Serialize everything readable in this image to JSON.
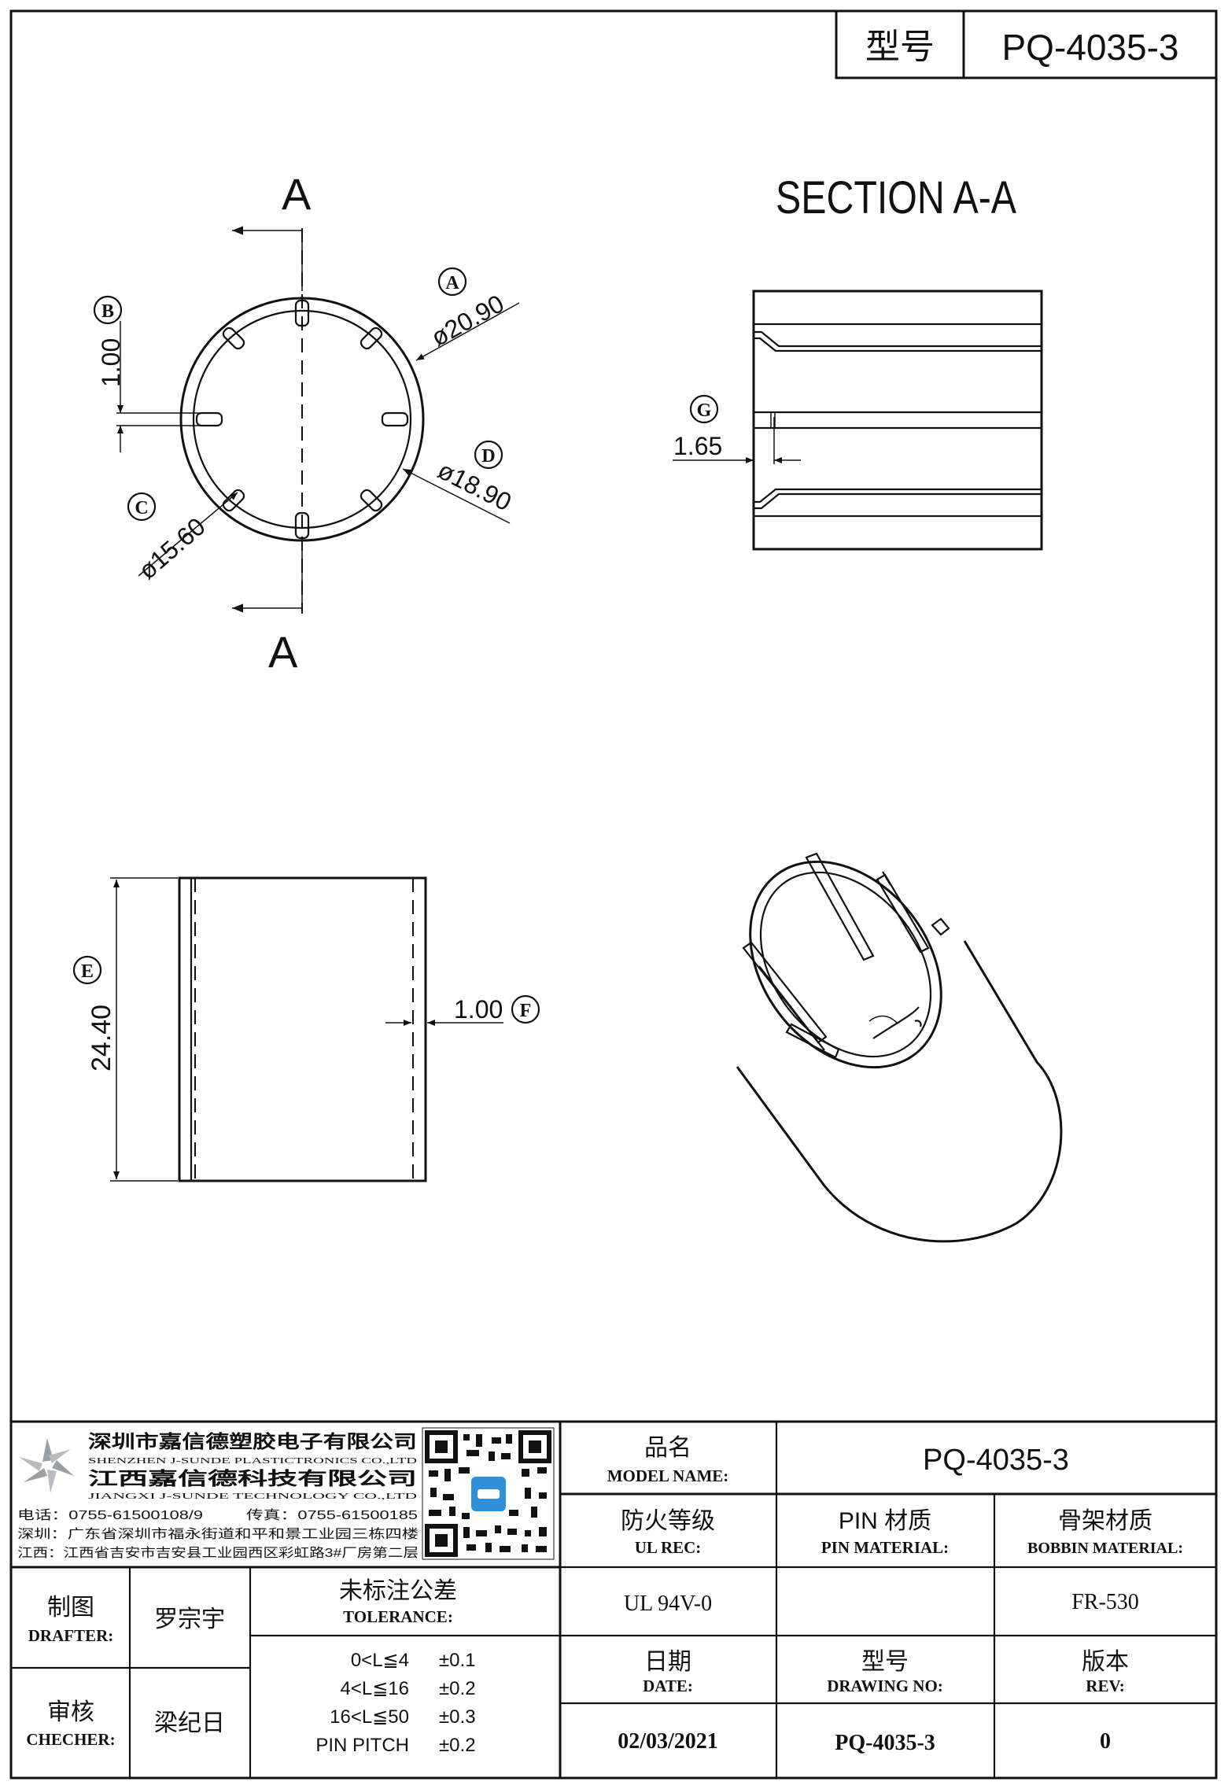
{
  "title_block_top": {
    "label": "型号",
    "value": "PQ-4035-3"
  },
  "views": {
    "top_view": {
      "section_mark_top": "A",
      "section_mark_bottom": "A",
      "dim_a": {
        "tag": "A",
        "value": "ø20.90"
      },
      "dim_b": {
        "tag": "B",
        "value": "1.00"
      },
      "dim_c": {
        "tag": "C",
        "value": "ø15.60"
      },
      "dim_d": {
        "tag": "D",
        "value": "ø18.90"
      }
    },
    "section_view": {
      "title": "SECTION A-A",
      "dim_g": {
        "tag": "G",
        "value": "1.65"
      }
    },
    "side_view": {
      "dim_e": {
        "tag": "E",
        "value": "24.40"
      },
      "dim_f": {
        "tag": "F",
        "value": "1.00"
      }
    }
  },
  "company": {
    "name_cn": "深圳市嘉信德塑胶电子有限公司",
    "name_en": "SHENZHEN J-SUNDE PLASTICTRONICS CO.,LTD",
    "name2_cn": "江西嘉信德科技有限公司",
    "name2_en": "JIANGXI J-SUNDE TECHNOLOGY CO.,LTD",
    "phone": "电话：0755-61500108/9",
    "fax": "传真：0755-61500185",
    "addr_sz": "深圳：广东省深圳市福永街道和平和景工业园三栋四楼",
    "addr_jx": "江西：江西省吉安市吉安县工业园西区彩虹路3#厂房第二层"
  },
  "title_block": {
    "model_name_cn": "品名",
    "model_name_en": "MODEL NAME:",
    "model_name_value": "PQ-4035-3",
    "ul_rec_cn": "防火等级",
    "ul_rec_en": "UL REC:",
    "ul_rec_value": "UL 94V-0",
    "pin_material_cn": "PIN 材质",
    "pin_material_en": "PIN MATERIAL:",
    "pin_material_value": "",
    "bobbin_material_cn": "骨架材质",
    "bobbin_material_en": "BOBBIN MATERIAL:",
    "bobbin_material_value": "FR-530",
    "drafter_cn": "制图",
    "drafter_en": "DRAFTER:",
    "drafter_name": "罗宗宇",
    "checker_cn": "审核",
    "checker_en": "CHECHER:",
    "checker_name": "梁纪日",
    "tolerance_cn": "未标注公差",
    "tolerance_en": "TOLERANCE:",
    "tolerances": [
      {
        "range": "0<L≦4",
        "value": "±0.1"
      },
      {
        "range": "4<L≦16",
        "value": "±0.2"
      },
      {
        "range": "16<L≦50",
        "value": "±0.3"
      },
      {
        "range": "PIN PITCH",
        "value": "±0.2"
      }
    ],
    "date_cn": "日期",
    "date_en": "DATE:",
    "date_value": "02/03/2021",
    "drawing_no_cn": "型号",
    "drawing_no_en": "DRAWING NO:",
    "drawing_no_value": "PQ-4035-3",
    "rev_cn": "版本",
    "rev_en": "REV:",
    "rev_value": "0"
  }
}
